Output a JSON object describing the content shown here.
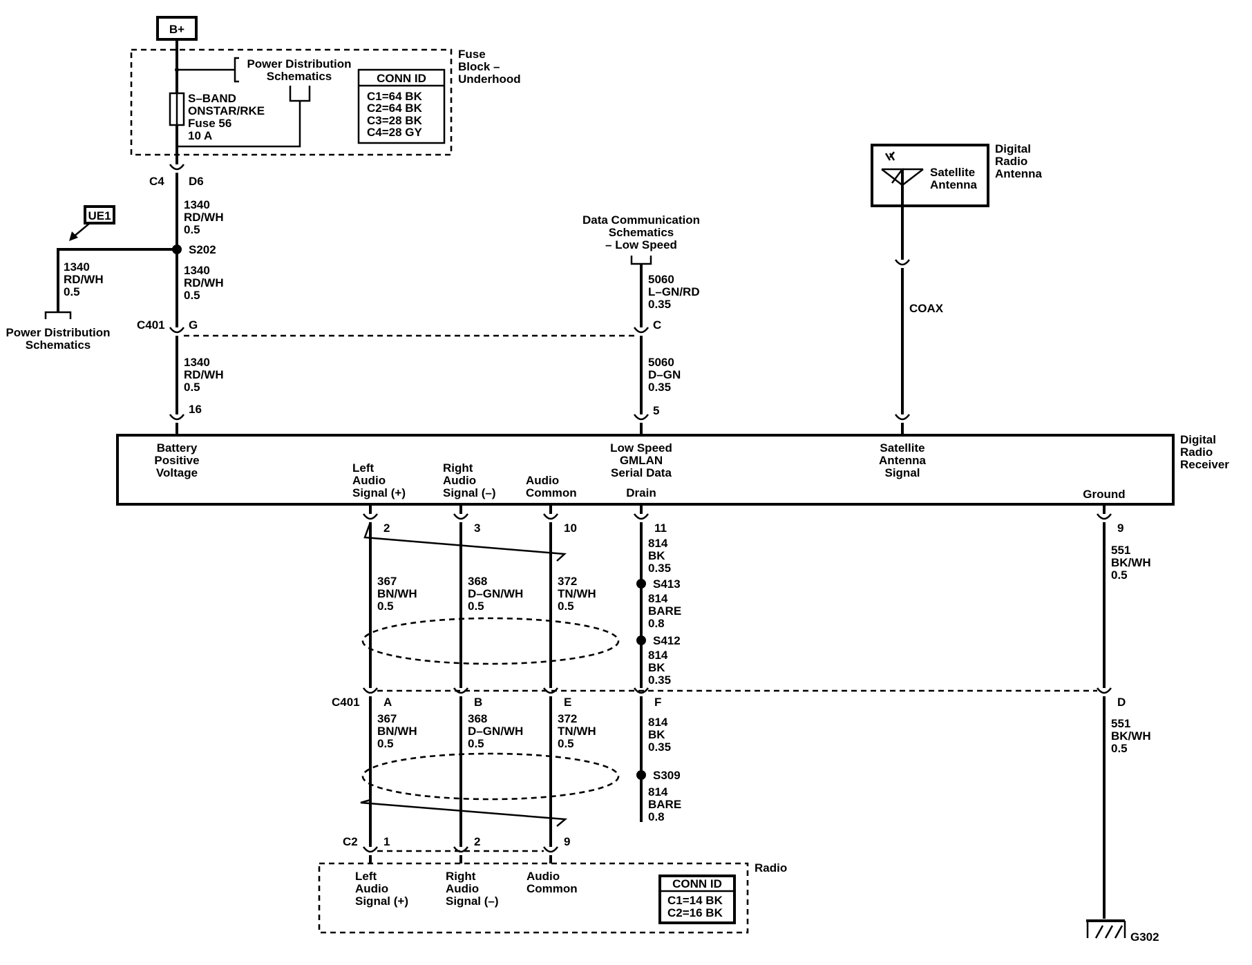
{
  "bplus": "B+",
  "fuse_block": {
    "title_lines": [
      "Fuse",
      "Block –",
      "Underhood"
    ],
    "power_dist_lines": [
      "Power Distribution",
      "Schematics"
    ],
    "fuse_lines": [
      "S–BAND",
      "ONSTAR/RKE",
      "Fuse 56",
      "10 A"
    ],
    "conn_title": "CONN ID",
    "conn_rows": [
      "C1=64 BK",
      "C2=64 BK",
      "C3=28 BK",
      "C4=28 GY"
    ]
  },
  "connector_c4": {
    "name": "C4",
    "pin": "D6"
  },
  "wire_1340_a": [
    "1340",
    "RD/WH",
    "0.5"
  ],
  "ue1": "UE1",
  "splice_s202": "S202",
  "wire_1340_branch": [
    "1340",
    "RD/WH",
    "0.5"
  ],
  "power_dist_left_lines": [
    "Power Distribution",
    "Schematics"
  ],
  "wire_1340_b": [
    "1340",
    "RD/WH",
    "0.5"
  ],
  "connector_c401_top": {
    "name": "C401",
    "pin_g": "G",
    "pin_c": "C"
  },
  "wire_1340_c": [
    "1340",
    "RD/WH",
    "0.5"
  ],
  "pin_16": "16",
  "data_comm_lines": [
    "Data Communication",
    "Schematics",
    "– Low Speed"
  ],
  "wire_5060_a": [
    "5060",
    "L–GN/RD",
    "0.35"
  ],
  "wire_5060_b": [
    "5060",
    "D–GN",
    "0.35"
  ],
  "pin_5": "5",
  "antenna": {
    "inner_lines": [
      "Satellite",
      "Antenna"
    ],
    "title_lines": [
      "Digital",
      "Radio",
      "Antenna"
    ]
  },
  "coax": "COAX",
  "receiver": {
    "title_lines": [
      "Digital",
      "Radio",
      "Receiver"
    ],
    "battery_lines": [
      "Battery",
      "Positive",
      "Voltage"
    ],
    "gmlan_lines": [
      "Low Speed",
      "GMLAN",
      "Serial Data"
    ],
    "sat_signal_lines": [
      "Satellite",
      "Antenna",
      "Signal"
    ],
    "left_audio_lines": [
      "Left",
      "Audio",
      "Signal (+)"
    ],
    "right_audio_lines": [
      "Right",
      "Audio",
      "Signal (–)"
    ],
    "audio_common_lines": [
      "Audio",
      "Common"
    ],
    "drain": "Drain",
    "ground": "Ground"
  },
  "receiver_pins": {
    "left": "2",
    "right": "3",
    "common": "10",
    "drain": "11",
    "ground": "9"
  },
  "wire_367_a": [
    "367",
    "BN/WH",
    "0.5"
  ],
  "wire_368_a": [
    "368",
    "D–GN/WH",
    "0.5"
  ],
  "wire_372_a": [
    "372",
    "TN/WH",
    "0.5"
  ],
  "wire_814_a": [
    "814",
    "BK",
    "0.35"
  ],
  "splice_s413": "S413",
  "wire_814_bare_a": [
    "814",
    "BARE",
    "0.8"
  ],
  "splice_s412": "S412",
  "wire_814_b": [
    "814",
    "BK",
    "0.35"
  ],
  "wire_551_a": [
    "551",
    "BK/WH",
    "0.5"
  ],
  "connector_c401_bottom": {
    "name": "C401",
    "pins": [
      "A",
      "B",
      "E",
      "F",
      "D"
    ]
  },
  "wire_367_b": [
    "367",
    "BN/WH",
    "0.5"
  ],
  "wire_368_b": [
    "368",
    "D–GN/WH",
    "0.5"
  ],
  "wire_372_b": [
    "372",
    "TN/WH",
    "0.5"
  ],
  "wire_814_c": [
    "814",
    "BK",
    "0.35"
  ],
  "splice_s309": "S309",
  "wire_814_bare_b": [
    "814",
    "BARE",
    "0.8"
  ],
  "wire_551_b": [
    "551",
    "BK/WH",
    "0.5"
  ],
  "connector_c2": {
    "name": "C2",
    "pins": [
      "1",
      "2",
      "9"
    ]
  },
  "radio": {
    "title": "Radio",
    "left_lines": [
      "Left",
      "Audio",
      "Signal (+)"
    ],
    "right_lines": [
      "Right",
      "Audio",
      "Signal (–)"
    ],
    "common_lines": [
      "Audio",
      "Common"
    ],
    "conn_title": "CONN ID",
    "conn_rows": [
      "C1=14 BK",
      "C2=16 BK"
    ]
  },
  "ground_g302": "G302"
}
